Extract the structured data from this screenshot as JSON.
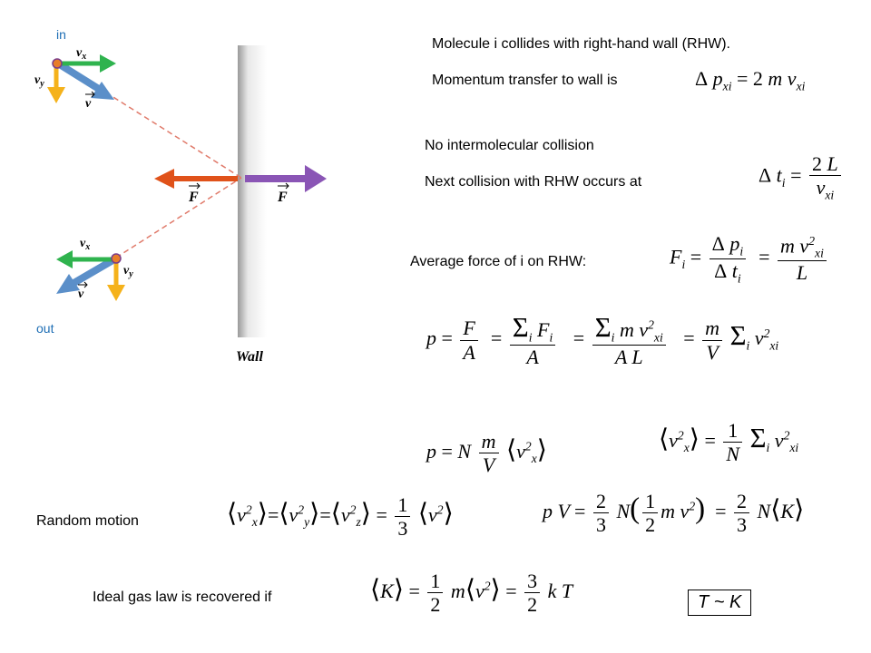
{
  "labels": {
    "in": "in",
    "out": "out",
    "wall": "Wall"
  },
  "diagram_symbols": {
    "vx": "v",
    "vx_sub": "x",
    "vy": "v",
    "vy_sub": "y",
    "v": "v",
    "F": "F"
  },
  "colors": {
    "vx_arrow": "#2fb34e",
    "vy_arrow": "#f5b21b",
    "v_arrow": "#5b8fc9",
    "force_left": "#e0521a",
    "force_right": "#8a55b5",
    "path": "#e07a6a",
    "label_blue": "#1f6fb5"
  },
  "text": {
    "line1": "Molecule i collides with right-hand wall (RHW).",
    "line2": "Momentum transfer to wall is",
    "line3": "No intermolecular collision",
    "line4": " Next collision with RHW occurs at",
    "line5": "Average force of i on RHW:",
    "random": "Random motion ",
    "arrow": "",
    "ideal": "Ideal gas law is recovered if"
  },
  "boxed": "T ~ K"
}
